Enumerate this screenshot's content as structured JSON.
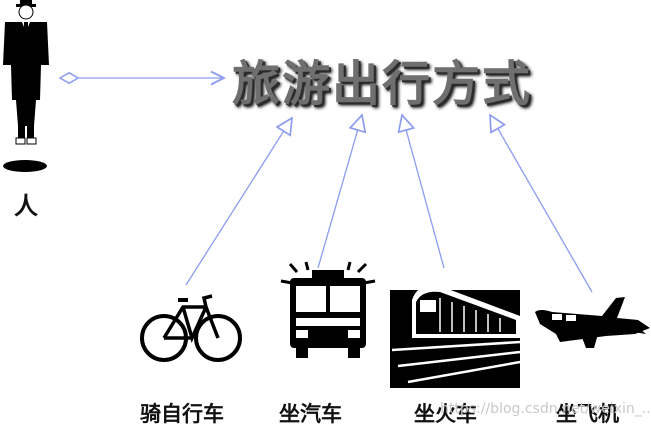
{
  "title": "旅游出行方式",
  "person": {
    "label": "人",
    "icon": "person-in-suit-icon"
  },
  "modes": [
    {
      "label": "骑自行车",
      "icon": "bicycle-icon"
    },
    {
      "label": "坐汽车",
      "icon": "bus-icon"
    },
    {
      "label": "坐火车",
      "icon": "train-icon"
    },
    {
      "label": "坐飞机",
      "icon": "airplane-icon"
    }
  ],
  "watermark": "https://blog.csdn.net/weixin_...",
  "colors": {
    "arrow": "#8c9cf0",
    "title_fill": "#6f6f6f",
    "title_shadow": "#000000",
    "icon": "#000000"
  }
}
